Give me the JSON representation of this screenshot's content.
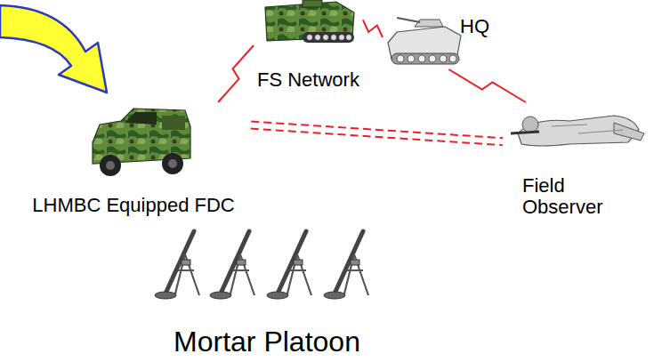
{
  "diagram": {
    "nodes": [
      {
        "text": [
          "FS Network"
        ]
      },
      {
        "text": [
          "HQ"
        ]
      },
      {
        "text": [
          "LHMBC Equipped FDC"
        ]
      },
      {
        "text": [
          "Field Observer"
        ]
      },
      {
        "text": [
          "Mortar Platoon"
        ]
      }
    ],
    "edges": [
      {
        "from": 0,
        "to": 1,
        "arrow": "none"
      },
      {
        "from": 2,
        "to": 0,
        "arrow": "none"
      },
      {
        "from": 1,
        "to": 3,
        "arrow": "none"
      },
      {
        "from": 2,
        "to": 3,
        "arrow": "none"
      }
    ]
  }
}
